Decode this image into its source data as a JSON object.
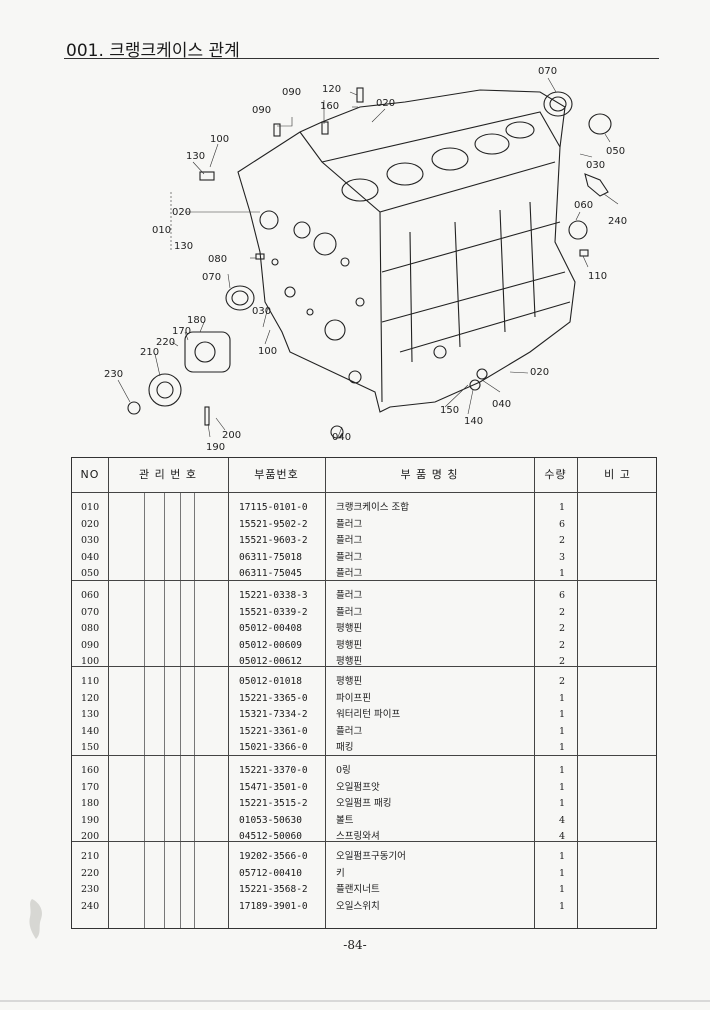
{
  "page": {
    "title": "001. 크랭크케이스 관계",
    "page_number": "-84-"
  },
  "diagram": {
    "callouts": [
      "120",
      "160",
      "090",
      "090",
      "020",
      "070",
      "030",
      "050",
      "100",
      "130",
      "020",
      "010",
      "130",
      "060",
      "240",
      "080",
      "070",
      "110",
      "180",
      "170",
      "220",
      "210",
      "230",
      "030",
      "100",
      "020",
      "040",
      "150",
      "140",
      "040",
      "190",
      "200"
    ]
  },
  "table": {
    "headers": {
      "no": "NO",
      "mgmt": "관 리 번 호",
      "part": "부품번호",
      "name": "부 품 명 칭",
      "qty": "수량",
      "note": "비 고"
    },
    "groups": [
      [
        {
          "no": "010",
          "part": "17115-0101-0",
          "name": "크랭크케이스 조합",
          "qty": "1"
        },
        {
          "no": "020",
          "part": "15521-9502-2",
          "name": "플러그",
          "qty": "6"
        },
        {
          "no": "030",
          "part": "15521-9603-2",
          "name": "플러그",
          "qty": "2"
        },
        {
          "no": "040",
          "part": "06311-75018",
          "name": "플러그",
          "qty": "3"
        },
        {
          "no": "050",
          "part": "06311-75045",
          "name": "플러그",
          "qty": "1"
        }
      ],
      [
        {
          "no": "060",
          "part": "15221-0338-3",
          "name": "플러그",
          "qty": "6"
        },
        {
          "no": "070",
          "part": "15521-0339-2",
          "name": "플러그",
          "qty": "2"
        },
        {
          "no": "080",
          "part": "05012-00408",
          "name": "평행핀",
          "qty": "2"
        },
        {
          "no": "090",
          "part": "05012-00609",
          "name": "평행핀",
          "qty": "2"
        },
        {
          "no": "100",
          "part": "05012-00612",
          "name": "평행핀",
          "qty": "2"
        }
      ],
      [
        {
          "no": "110",
          "part": "05012-01018",
          "name": "평행핀",
          "qty": "2"
        },
        {
          "no": "120",
          "part": "15221-3365-0",
          "name": "파이프핀",
          "qty": "1"
        },
        {
          "no": "130",
          "part": "15321-7334-2",
          "name": "워터리턴 파이프",
          "qty": "1"
        },
        {
          "no": "140",
          "part": "15221-3361-0",
          "name": "플러그",
          "qty": "1"
        },
        {
          "no": "150",
          "part": "15021-3366-0",
          "name": "패킹",
          "qty": "1"
        }
      ],
      [
        {
          "no": "160",
          "part": "15221-3370-0",
          "name": "0링",
          "qty": "1"
        },
        {
          "no": "170",
          "part": "15471-3501-0",
          "name": "오일펌프앗",
          "qty": "1"
        },
        {
          "no": "180",
          "part": "15221-3515-2",
          "name": "오일펌프 패킹",
          "qty": "1"
        },
        {
          "no": "190",
          "part": "01053-50630",
          "name": "볼트",
          "qty": "4"
        },
        {
          "no": "200",
          "part": "04512-50060",
          "name": "스프링와셔",
          "qty": "4"
        }
      ],
      [
        {
          "no": "210",
          "part": "19202-3566-0",
          "name": "오일펌프구동기어",
          "qty": "1"
        },
        {
          "no": "220",
          "part": "05712-00410",
          "name": "키",
          "qty": "1"
        },
        {
          "no": "230",
          "part": "15221-3568-2",
          "name": "플랜지너트",
          "qty": "1"
        },
        {
          "no": "240",
          "part": "17189-3901-0",
          "name": "오일스위치",
          "qty": "1"
        }
      ]
    ]
  }
}
